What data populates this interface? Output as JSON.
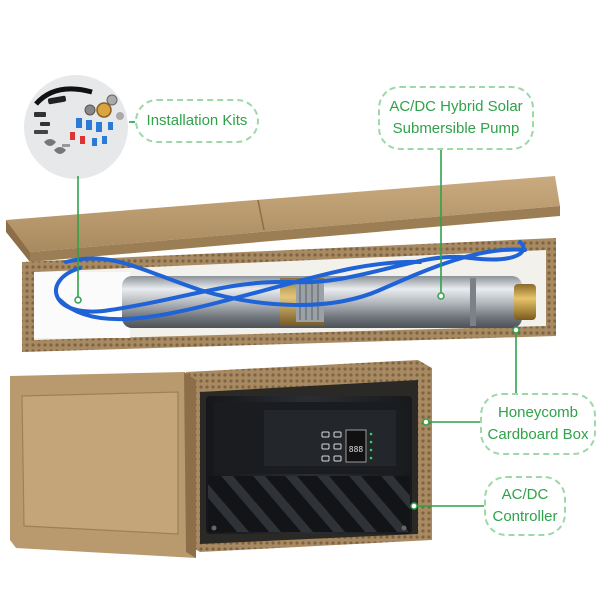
{
  "labels": {
    "installation_kits": "Installation Kits",
    "pump_line1": "AC/DC Hybrid Solar",
    "pump_line2": "Submersible Pump",
    "box_line1": "Honeycomb",
    "box_line2": "Cardboard Box",
    "controller_line1": "AC/DC",
    "controller_line2": "Controller"
  },
  "colors": {
    "accent_green": "#2fa24a",
    "callout_border": "#9fd8a8",
    "cardboard": "#b99a6e",
    "cable_blue": "#1f63d6",
    "controller_body": "#1d1f23"
  },
  "controller_display": "888"
}
